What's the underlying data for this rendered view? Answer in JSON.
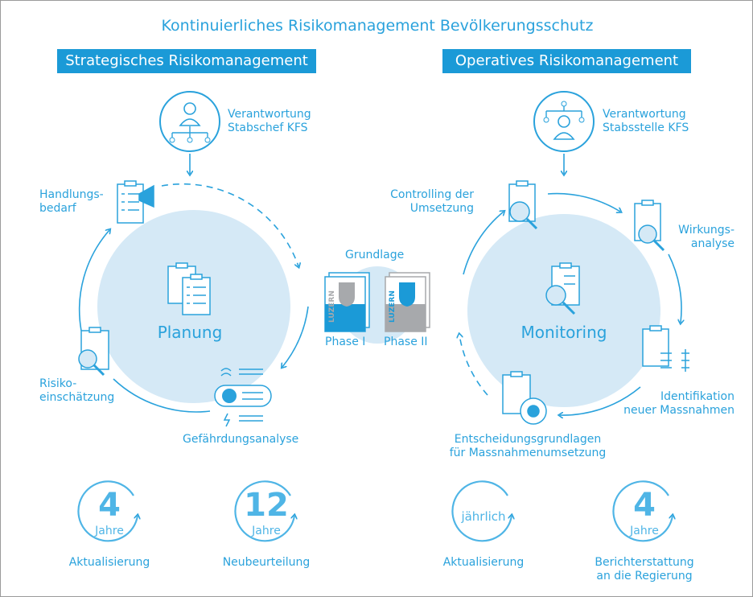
{
  "title": "Kontinuierliches Risikomanagement Bevölkerungsschutz",
  "strategic": {
    "header": "Strategisches Risikomanagement",
    "responsibility": [
      "Verantwortung",
      "Stabschef KFS"
    ],
    "center": "Planung",
    "steps": {
      "handlungsbedarf": [
        "Handlungs-",
        "bedarf"
      ],
      "risiko": [
        "Risiko-",
        "einschätzung"
      ],
      "gefaehrdung": "Gefährdungsanalyse"
    },
    "cycles": [
      {
        "number": "4",
        "unit": "Jahre",
        "label": "Aktualisierung"
      },
      {
        "number": "12",
        "unit": "Jahre",
        "label": "Neubeurteilung"
      }
    ]
  },
  "basis": {
    "label": "Grundlage",
    "doc_brand": "LUZERN",
    "phases": [
      "Phase I",
      "Phase II"
    ]
  },
  "operational": {
    "header": "Operatives Risikomanagement",
    "responsibility": [
      "Verantwortung",
      "Stabsstelle KFS"
    ],
    "center": "Monitoring",
    "steps": {
      "controlling": [
        "Controlling der",
        "Umsetzung"
      ],
      "wirkung": [
        "Wirkungs-",
        "analyse"
      ],
      "identifikation": [
        "Identifikation",
        "neuer Massnahmen"
      ],
      "entscheidung": [
        "Entscheidungsgrundlagen",
        "für Massnahmenumsetzung"
      ]
    },
    "cycles": [
      {
        "number": "",
        "unit": "jährlich",
        "label": "Aktualisierung"
      },
      {
        "number": "4",
        "unit": "Jahre",
        "label": [
          "Berichterstattung",
          "an die Regierung"
        ]
      }
    ]
  },
  "colors": {
    "primary": "#2aa2dc",
    "bar": "#1b9ad7",
    "circle_fill": "#d5e9f6",
    "grey": "#a7a9ac"
  }
}
